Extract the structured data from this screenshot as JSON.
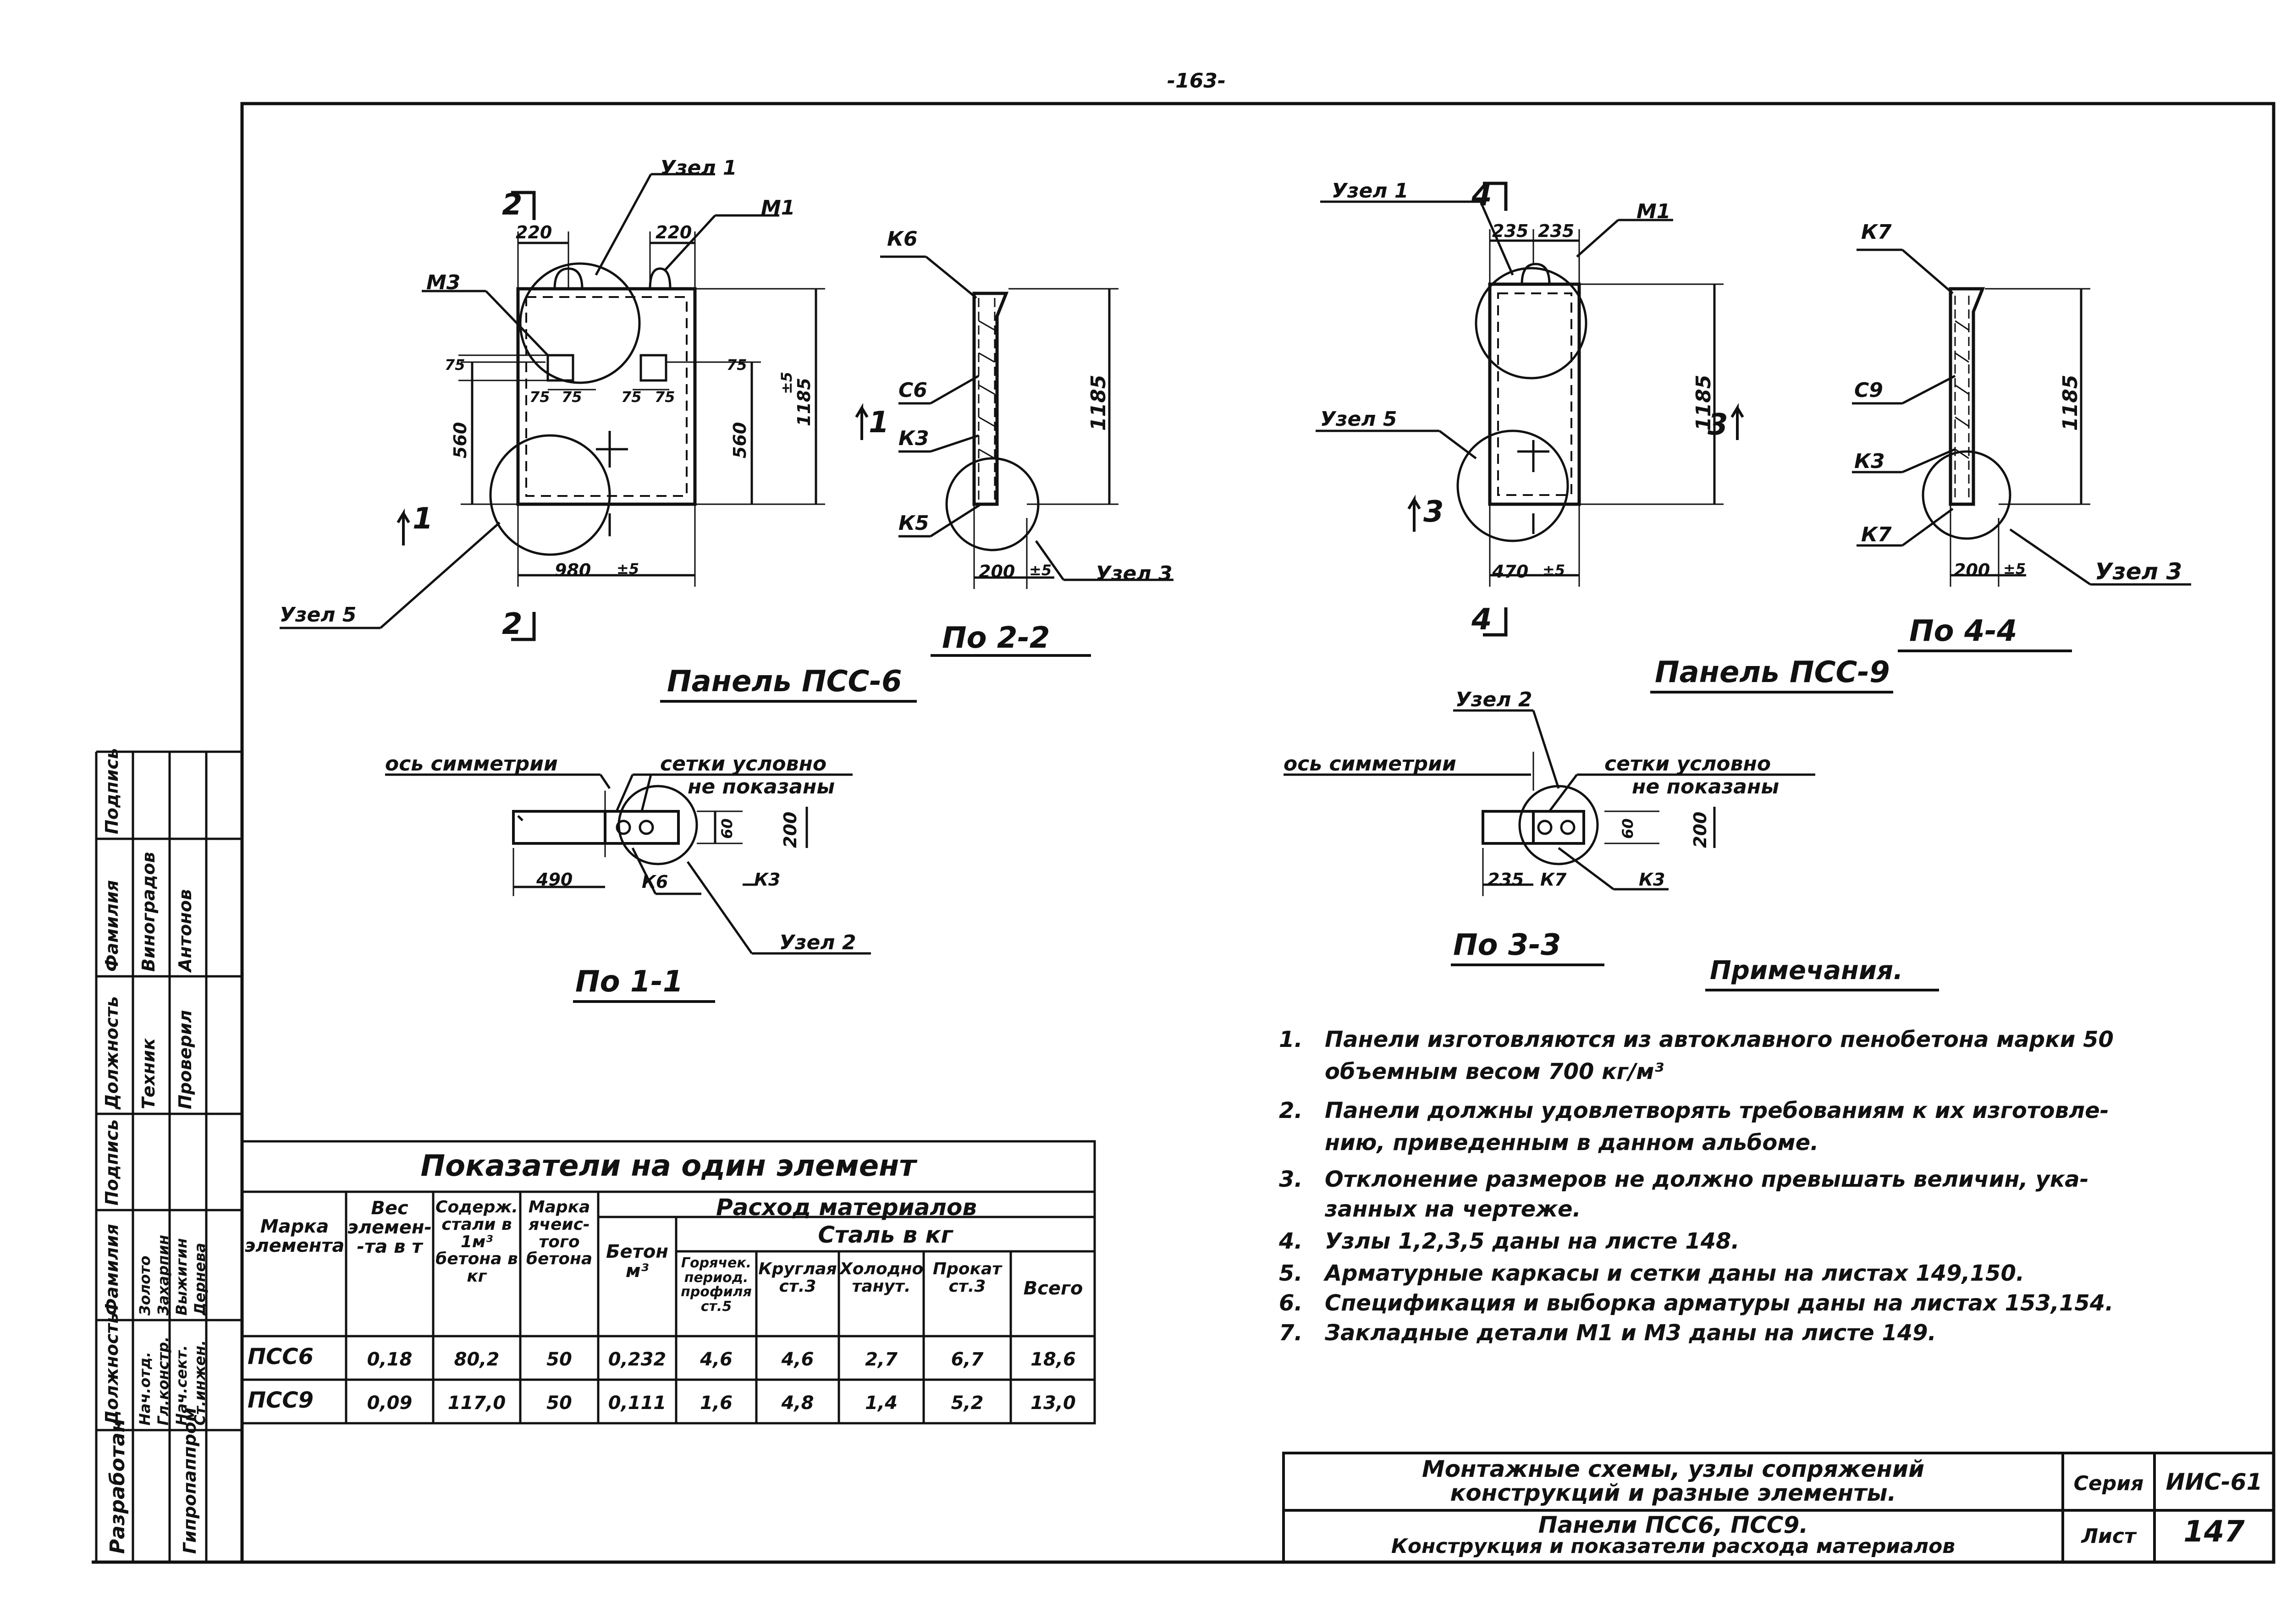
{
  "page_number": "-163-",
  "views": {
    "pss6": {
      "node1": "Узел 1",
      "m1": "М1",
      "m3": "М3",
      "node5": "Узел 5",
      "dim_top_left": "220",
      "dim_top_right": "220",
      "dim_75_a": "75",
      "dim_75_b": "75",
      "dim_75_c": "75",
      "dim_75_d": "75",
      "dim_75_e": "75",
      "dim_75_f": "75",
      "dim_560_left": "560",
      "dim_560_right": "560",
      "dim_1185": "1185",
      "dim_pm5_v": "±5",
      "dim_980": "980",
      "dim_pm5_h": "±5",
      "sec2": "2",
      "sec1": "1",
      "caption": "Панель ПСС-6"
    },
    "pss9": {
      "node1": "Узел 1",
      "m1": "М1",
      "node5": "Узел 5",
      "dim_235_a": "235",
      "dim_235_b": "235",
      "dim_1185": "1185",
      "dim_470": "470",
      "dim_pm5": "±5",
      "sec4": "4",
      "sec3": "3",
      "caption": "Панель ПСС-9"
    },
    "section22": {
      "k6": "К6",
      "c6": "С6",
      "k3": "К3",
      "k5": "К5",
      "dim_1185": "1185",
      "dim_200": "200",
      "dim_pm5": "±5",
      "node3": "Узел 3",
      "caption": "По 2-2"
    },
    "section44": {
      "k7_top": "К7",
      "c9": "С9",
      "k3": "К3",
      "k7_bottom": "К7",
      "dim_1185": "1185",
      "dim_200": "200",
      "dim_pm5": "±5",
      "node3": "Узел 3",
      "caption": "По 4-4"
    },
    "section11": {
      "axis": "ось симметрии",
      "mesh1": "сетки условно",
      "mesh2": "не показаны",
      "dim_490": "490",
      "k6": "К6",
      "k3": "К3",
      "dim_60": "60",
      "dim_200": "200",
      "node2": "Узел 2",
      "caption": "По 1-1"
    },
    "section33": {
      "node2": "Узел 2",
      "axis": "ось симметрии",
      "mesh1": "сетки условно",
      "mesh2": "не показаны",
      "dim_235": "235",
      "k7": "К7",
      "k3": "К3",
      "dim_60": "60",
      "dim_200": "200",
      "caption": "По 3-3"
    }
  },
  "notes": {
    "title": "Примечания.",
    "items": [
      {
        "n": "1.",
        "lines": [
          "Панели изготовляются из автоклавного пенобетона марки 50",
          "объемным весом 700 кг/м³"
        ]
      },
      {
        "n": "2.",
        "lines": [
          "Панели должны удовлетворять требованиям к их изготовле-",
          "нию, приведенным в данном альбоме."
        ]
      },
      {
        "n": "3.",
        "lines": [
          "Отклонение размеров не должно превышать величин, ука-",
          "занных на чертеже."
        ]
      },
      {
        "n": "4.",
        "lines": [
          "Узлы 1,2,3,5 даны на листе 148."
        ]
      },
      {
        "n": "5.",
        "lines": [
          "Арматурные каркасы и сетки даны на листах 149,150."
        ]
      },
      {
        "n": "6.",
        "lines": [
          "Спецификация и выборка арматуры даны на листах 153,154."
        ]
      },
      {
        "n": "7.",
        "lines": [
          "Закладные детали М1 и М3 даны на листе 149."
        ]
      }
    ]
  },
  "table": {
    "title": "Показатели на один элемент",
    "headers": {
      "mark": "Марка элемента",
      "weight": "Вес элемен- -та в т",
      "steel_content": "Содерж. стали в 1м³ бетона в кг",
      "cell_concrete_mark": "Марка ячеис- того бетона",
      "materials": "Расход материалов",
      "concrete": "Бетон м³",
      "steel": "Сталь в кг",
      "hot_rolled": "Горячек. период. профиля ст.5",
      "round": "Круглая ст.3",
      "cold_drawn": "Холодно танут.",
      "rolled": "Прокат ст.3",
      "total": "Всего"
    },
    "rows": [
      {
        "mark": "ПСС6",
        "weight": "0,18",
        "steel_content": "80,2",
        "cmark": "50",
        "concrete": "0,232",
        "hot": "4,6",
        "round": "4,6",
        "cold": "2,7",
        "rolled": "6,7",
        "total": "18,6"
      },
      {
        "mark": "ПСС9",
        "weight": "0,09",
        "steel_content": "117,0",
        "cmark": "50",
        "concrete": "0,111",
        "hot": "1,6",
        "round": "4,8",
        "cold": "1,4",
        "rolled": "5,2",
        "total": "13,0"
      }
    ]
  },
  "stamp": {
    "cols": [
      "Должность",
      "Фамилия",
      "Подпись"
    ],
    "upper": [
      {
        "role": "Техник",
        "name": "Виноградов"
      },
      {
        "role": "Проверил",
        "name": "Антонов"
      }
    ],
    "lower": [
      {
        "role": "Нач.отд.",
        "name": "Золото"
      },
      {
        "role": "Гл.констр.",
        "name": "Захарпин"
      },
      {
        "role": "Нач.сект.",
        "name": "Выжигин"
      },
      {
        "role": "Ст.инжен.",
        "name": "Дернева"
      }
    ],
    "dev1": "Разработан",
    "dev2": "Гипропаппром"
  },
  "title_block": {
    "line1": "Монтажные схемы, узлы сопряжений",
    "line2": "конструкций и разные элементы.",
    "line3": "Панели ПСС6, ПСС9.",
    "line4": "Конструкция и показатели расхода материалов",
    "series_label": "Серия",
    "series_value": "ИИС-61",
    "sheet_label": "Лист",
    "sheet_value": "147"
  }
}
